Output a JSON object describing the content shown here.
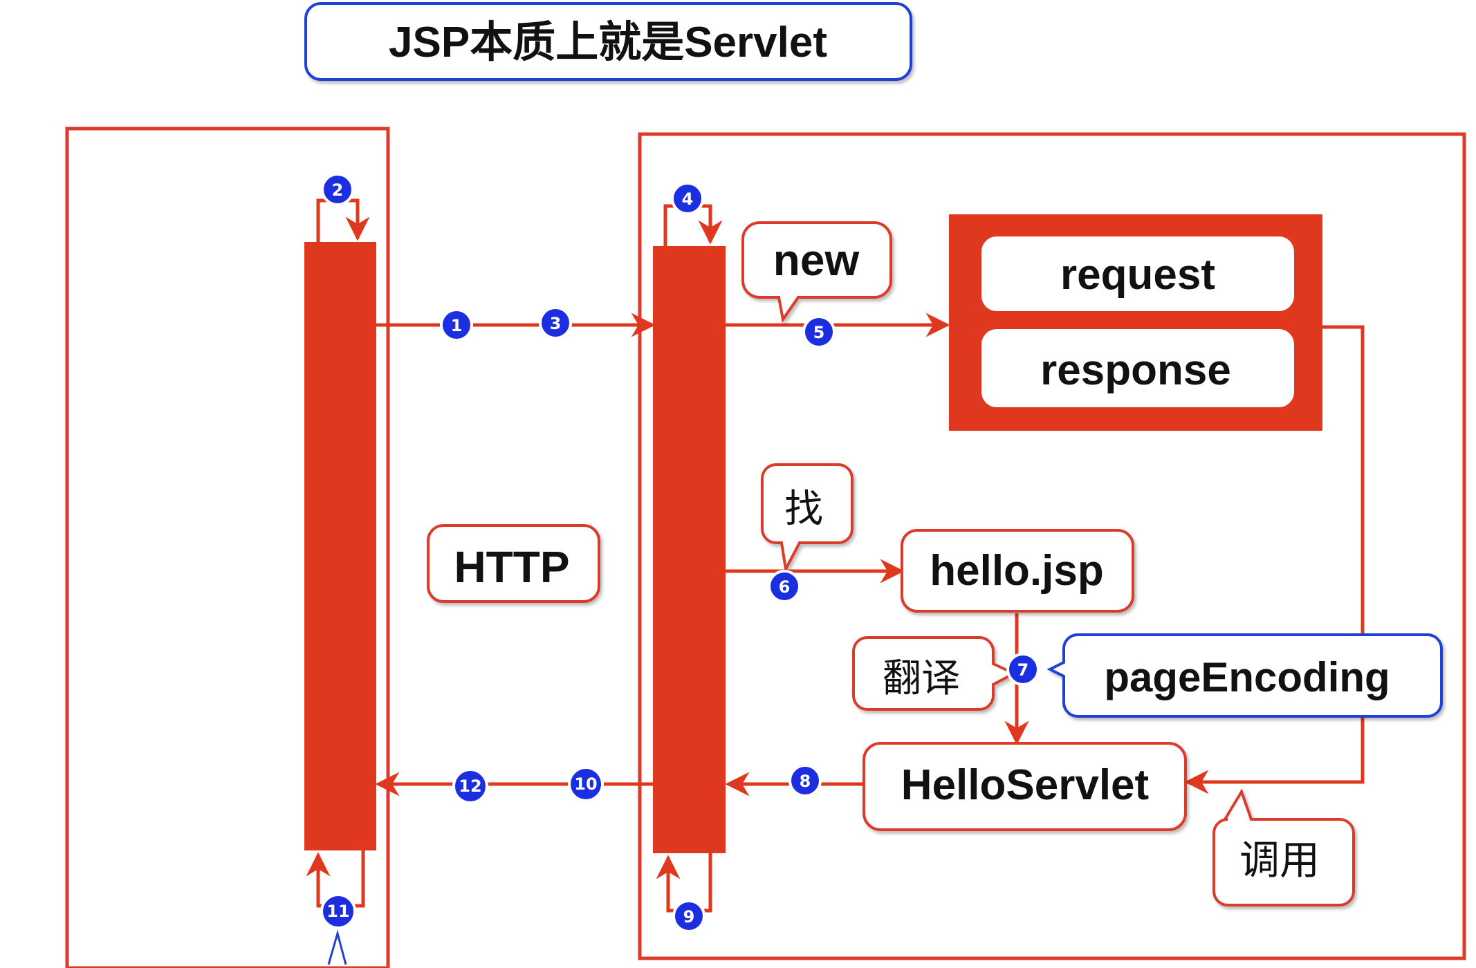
{
  "title": "JSP本质上就是Servlet",
  "labels": {
    "new": "new",
    "request": "request",
    "response": "response",
    "find": "找",
    "http": "HTTP",
    "hello_jsp": "hello.jsp",
    "translate": "翻译",
    "page_encoding": "pageEncoding",
    "hello_servlet": "HelloServlet",
    "invoke": "调用"
  },
  "steps": [
    "1",
    "2",
    "3",
    "4",
    "5",
    "6",
    "7",
    "8",
    "9",
    "10",
    "11",
    "12"
  ],
  "colors": {
    "red": "#e0381e",
    "box_border": "#dd3a2a",
    "blue_badge": "#1b2fe0",
    "blue_border": "#1f3fd8",
    "dark_border": "#2a2a6a"
  }
}
